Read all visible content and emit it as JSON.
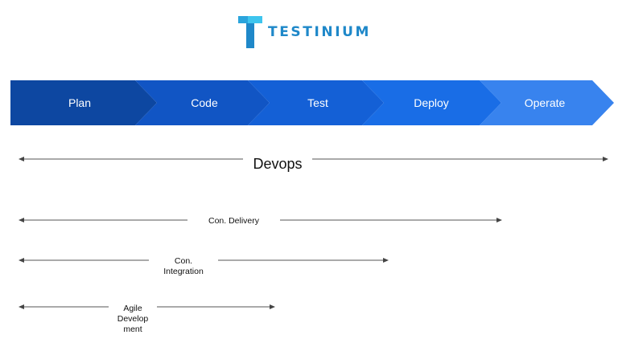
{
  "logo": {
    "text": "TESTINIUM",
    "mark": "T-logo-icon",
    "colors": {
      "light": "#3ec5ee",
      "dark": "#1f88c9"
    }
  },
  "stages": [
    {
      "label": "Plan",
      "color": "#0d47a1"
    },
    {
      "label": "Code",
      "color": "#1155c4"
    },
    {
      "label": "Test",
      "color": "#1460d6"
    },
    {
      "label": "Deploy",
      "color": "#196de6"
    },
    {
      "label": "Operate",
      "color": "#3883ee"
    }
  ],
  "spans": [
    {
      "label": "Devops",
      "covers": [
        "Plan",
        "Code",
        "Test",
        "Deploy",
        "Operate"
      ]
    },
    {
      "label": "Con. Delivery",
      "covers": [
        "Plan",
        "Code",
        "Test",
        "Deploy"
      ]
    },
    {
      "label": "Con. Integration",
      "covers": [
        "Plan",
        "Code",
        "Test"
      ]
    },
    {
      "label": "Agile Development",
      "covers": [
        "Plan",
        "Code"
      ]
    }
  ]
}
